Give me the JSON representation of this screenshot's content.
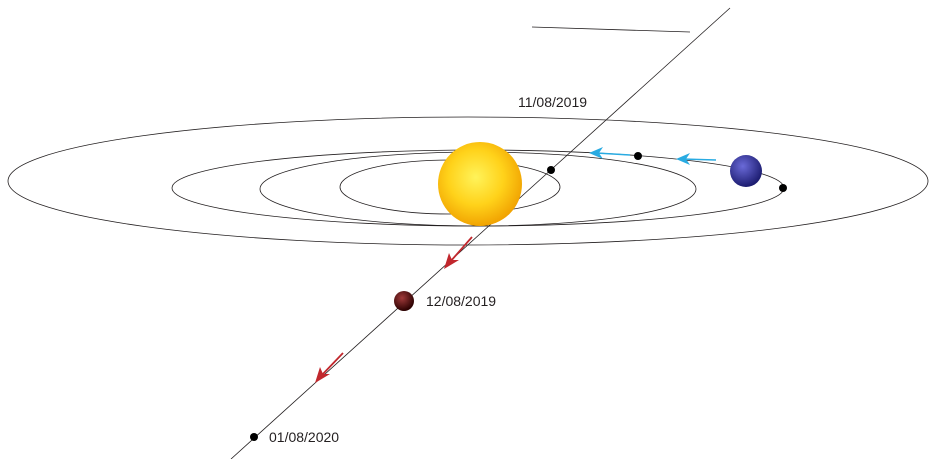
{
  "labels": {
    "date_upper": "11/08/2019",
    "date_middle": "12/08/2019",
    "date_lower": "01/08/2020"
  },
  "colors": {
    "line": "#231f20",
    "sun_core": "#fff35a",
    "sun_mid": "#ffd21a",
    "sun_edge": "#f0a000",
    "planet_core": "#6a6ad8",
    "planet_edge": "#1c1c70",
    "object_core": "#a03a3a",
    "object_edge": "#2a0000",
    "arrow_blue": "#29abe2",
    "arrow_red": "#c1272d",
    "dot": "#000000"
  },
  "icons": {
    "sun": "sun-icon",
    "planet": "planet-icon",
    "interstellar_object": "interstellar-object-icon"
  }
}
